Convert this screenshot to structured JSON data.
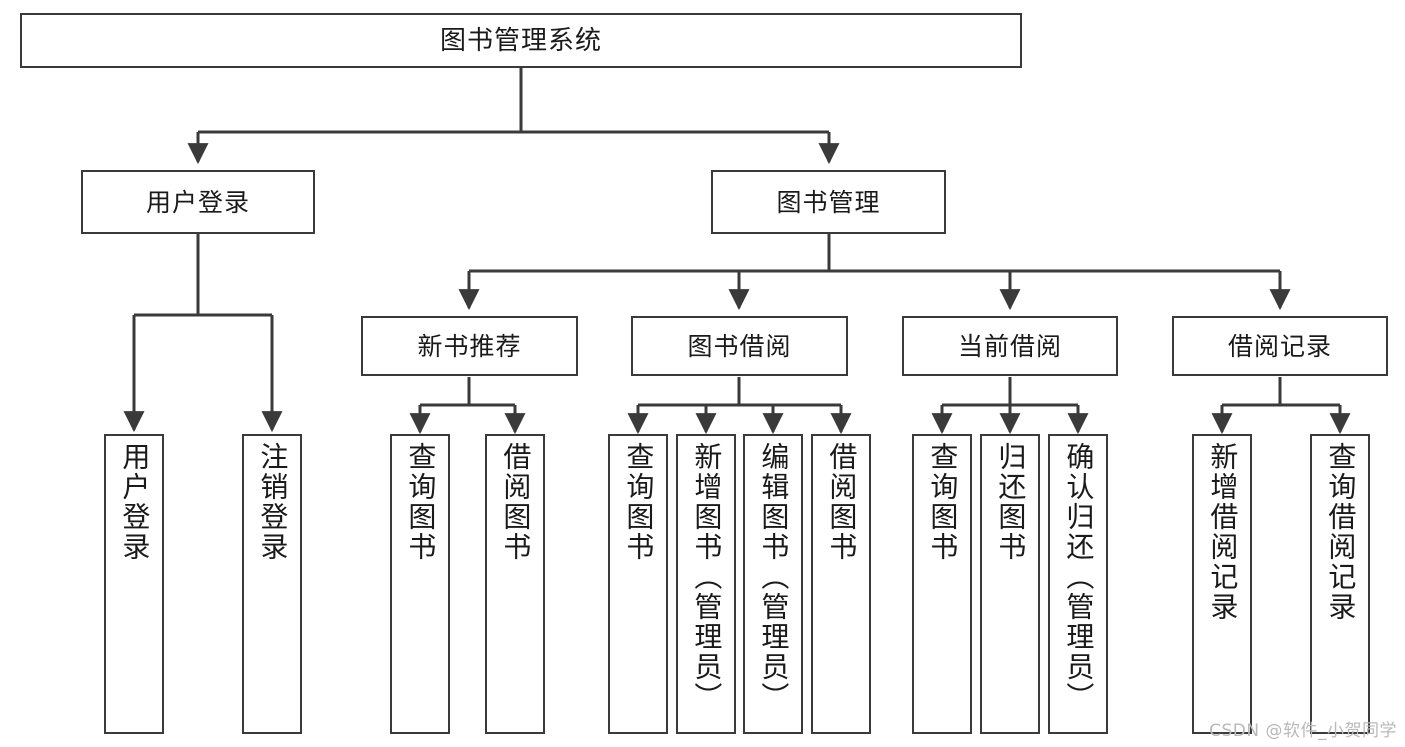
{
  "diagram": {
    "type": "tree-hierarchy-chart",
    "title": "图书管理系统",
    "stroke_color": "#3a3a3a",
    "text_color": "#1a1a1a",
    "background": "#ffffff",
    "root": {
      "label": "图书管理系统"
    },
    "level2": [
      {
        "label": "用户登录"
      },
      {
        "label": "图书管理"
      }
    ],
    "level3": [
      {
        "label": "新书推荐"
      },
      {
        "label": "图书借阅"
      },
      {
        "label": "当前借阅"
      },
      {
        "label": "借阅记录"
      }
    ],
    "leaves": {
      "user_login": [
        {
          "label": "用户登录"
        },
        {
          "label": "注销登录"
        }
      ],
      "new_book_recommend": [
        {
          "label": "查询图书"
        },
        {
          "label": "借阅图书"
        }
      ],
      "book_borrow": [
        {
          "label": "查询图书"
        },
        {
          "label": "新增图书（管理员）"
        },
        {
          "label": "编辑图书（管理员）"
        },
        {
          "label": "借阅图书"
        }
      ],
      "current_borrow": [
        {
          "label": "查询图书"
        },
        {
          "label": "归还图书"
        },
        {
          "label": "确认归还（管理员）"
        }
      ],
      "borrow_records": [
        {
          "label": "新增借阅记录"
        },
        {
          "label": "查询借阅记录"
        }
      ]
    }
  },
  "watermark": {
    "text": "CSDN @软件_小贺同学"
  }
}
